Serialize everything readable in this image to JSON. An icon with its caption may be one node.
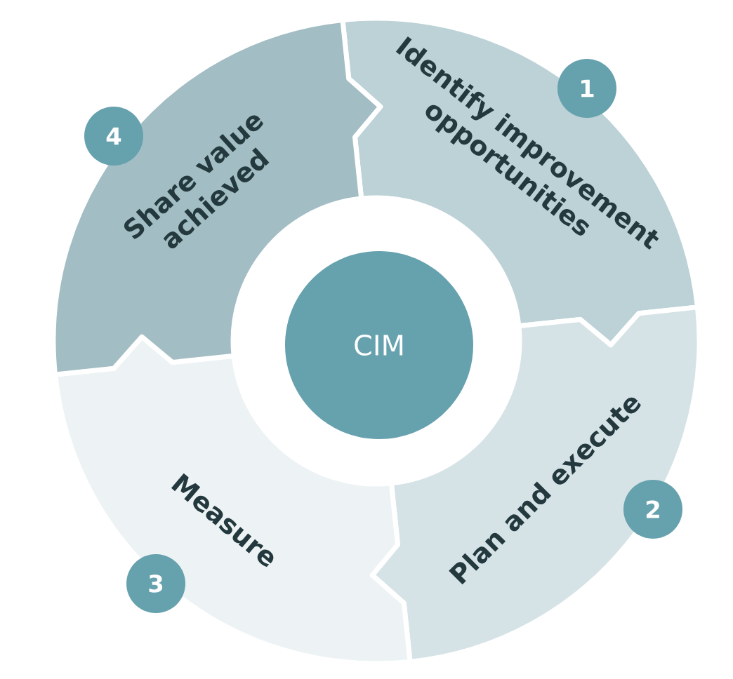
{
  "diagram": {
    "nodes": [
      {
        "text": [
          "CIM"
        ]
      },
      {
        "text": [
          "Identify improvement opportunities"
        ]
      },
      {
        "text": [
          "1"
        ]
      },
      {
        "text": [
          "Plan and execute"
        ]
      },
      {
        "text": [
          "2"
        ]
      },
      {
        "text": [
          "Measure"
        ]
      },
      {
        "text": [
          "3"
        ]
      },
      {
        "text": [
          "Share value achieved"
        ]
      },
      {
        "text": [
          "4"
        ]
      }
    ]
  }
}
